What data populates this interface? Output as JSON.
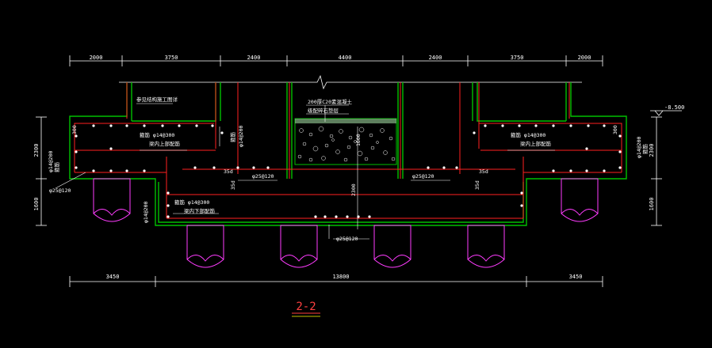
{
  "drawing": {
    "title": "2-2",
    "colors": {
      "background": "#000000",
      "dimension": "#ffffff",
      "structure": "#00c000",
      "rebar": "#ff2020",
      "pile": "#ff3cff",
      "text": "#ffffff",
      "gravel": "#ffffff"
    },
    "top_dims": [
      "2000",
      "3750",
      "2400",
      "4400",
      "2400",
      "3750",
      "2000"
    ],
    "bottom_dims": [
      "3450",
      "13800",
      "3450"
    ],
    "left_dims": [
      "2300",
      "1600"
    ],
    "right_dims": [
      "2300",
      "1600"
    ],
    "elevation": "-8.500",
    "labels": {
      "upper_left_note": "参见结构施工图详",
      "center_note": "200厚C20素混凝土",
      "center_note2": "级配碎石垫层",
      "left_rebar_top": "箍筋 φ14@300",
      "left_rebar_top2": "梁内上部配筋",
      "right_rebar_top": "箍筋 φ14@300",
      "right_rebar_top2": "梁内上部配筋",
      "lower_rebar": "箍筋 φ14@300",
      "lower_rebar2": "梁内下部配筋",
      "phi25_left": "φ25@120",
      "phi25_mid_left": "φ25@120",
      "phi25_mid_right": "φ25@120",
      "phi25_bottom": "φ25@120",
      "phi14_left_vert": "φ14@200",
      "phi14_left_vert_b": "φ14@200",
      "phi14_inner_vert": "φ14@200",
      "phi14_right_vert": "φ14@200",
      "label_300_left": "300",
      "label_300_right": "300",
      "label_35d_1": "35d",
      "label_35d_2": "35d",
      "label_35d_3": "35d",
      "label_35d_4": "35d",
      "label_2300_center": "2300",
      "label_1600_center": "1600",
      "label_hook_left": "箍筋",
      "label_hook_right": "箍筋",
      "label_hook_inner": "箍筋"
    }
  }
}
